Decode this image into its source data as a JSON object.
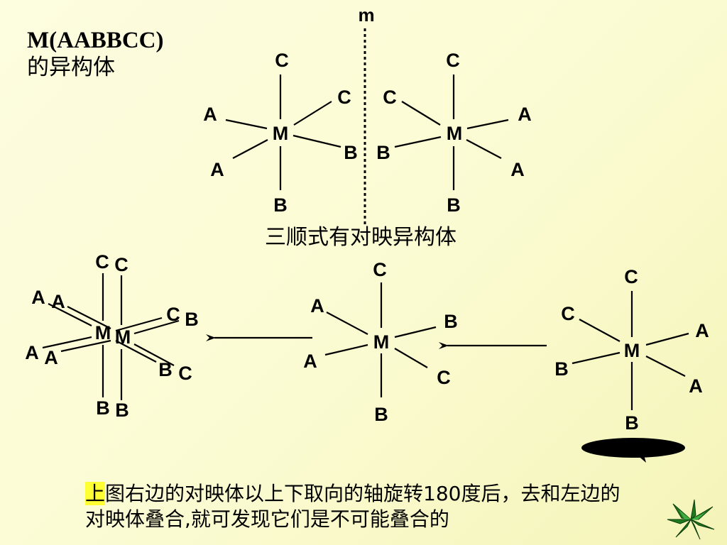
{
  "title": {
    "line1": "M(AABBCC)",
    "line2": "的异构体"
  },
  "mirror_label": "m",
  "caption": "三顺式有对映异构体",
  "molecules": {
    "top_left": {
      "center": "M",
      "top": "C",
      "bottom": "B",
      "left_up": "A",
      "left_down": "A",
      "right_up": "C",
      "right_down": "B"
    },
    "top_right": {
      "center": "M",
      "top": "C",
      "bottom": "B",
      "left_up": "C",
      "left_down": "B",
      "right_up": "A",
      "right_down": "A"
    },
    "middle": {
      "center": "M",
      "top": "C",
      "bottom": "B",
      "left_up": "A",
      "left_down": "A",
      "right_up": "B",
      "right_down": "C"
    },
    "right": {
      "center": "M",
      "top": "C",
      "bottom": "B",
      "left_up": "C",
      "left_down": "B",
      "right_up": "A",
      "right_down": "A"
    },
    "overlay_back": {
      "center": "M",
      "top": "C",
      "bottom": "B",
      "left_up": "A",
      "left_down": "A",
      "right_up": "C",
      "right_down": "B"
    },
    "overlay_front": {
      "center": "M",
      "top": "C",
      "bottom": "B",
      "left_up": "A",
      "left_down": "A",
      "right_up": "B",
      "right_down": "C"
    }
  },
  "note": {
    "highlight": "上",
    "text": "图右边的对映体以上下取向的轴旋转180度后，去和左边的对映体叠合,就可发现它们是不可能叠合的"
  },
  "colors": {
    "background": "#fbfbd2",
    "highlight": "#ffff33",
    "ink": "#000000"
  }
}
